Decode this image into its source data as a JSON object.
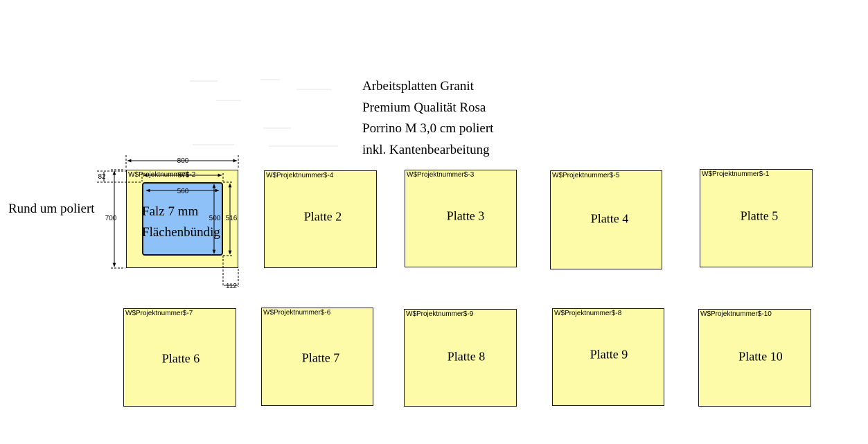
{
  "header_lines": [
    "Arbeitsplatten Granit",
    "Premium Qualität Rosa",
    "Porrino M 3,0 cm poliert",
    "inkl. Kantenbearbeitung"
  ],
  "side_note": "Rund um poliert",
  "main_plate": {
    "code": "W$Projektnummer$-2",
    "cutout_lines": [
      "Falz 7 mm",
      "Flächenbündig"
    ],
    "dimensions": {
      "width": "800",
      "height": "700",
      "top_offset": "82",
      "cutout_outer_width": "576",
      "cutout_inner_width": "560",
      "cutout_inner_height": "500",
      "cutout_outer_height": "516",
      "right_offset": "112"
    }
  },
  "plates": [
    {
      "code": "W$Projektnummer$-4",
      "label": "Platte 2"
    },
    {
      "code": "W$Projektnummer$-3",
      "label": "Platte 3"
    },
    {
      "code": "W$Projektnummer$-5",
      "label": "Platte 4"
    },
    {
      "code": "W$Projektnummer$-1",
      "label": "Platte 5"
    },
    {
      "code": "W$Projektnummer$-7",
      "label": "Platte 6"
    },
    {
      "code": "W$Projektnummer$-6",
      "label": "Platte 7"
    },
    {
      "code": "W$Projektnummer$-9",
      "label": "Platte 8"
    },
    {
      "code": "W$Projektnummer$-8",
      "label": "Platte 9"
    },
    {
      "code": "W$Projektnummer$-10",
      "label": "Platte 10"
    }
  ],
  "colors": {
    "plate_fill": "#fdfba8",
    "cutout_fill": "#8fc1f9",
    "outline": "#1a1a1a"
  }
}
